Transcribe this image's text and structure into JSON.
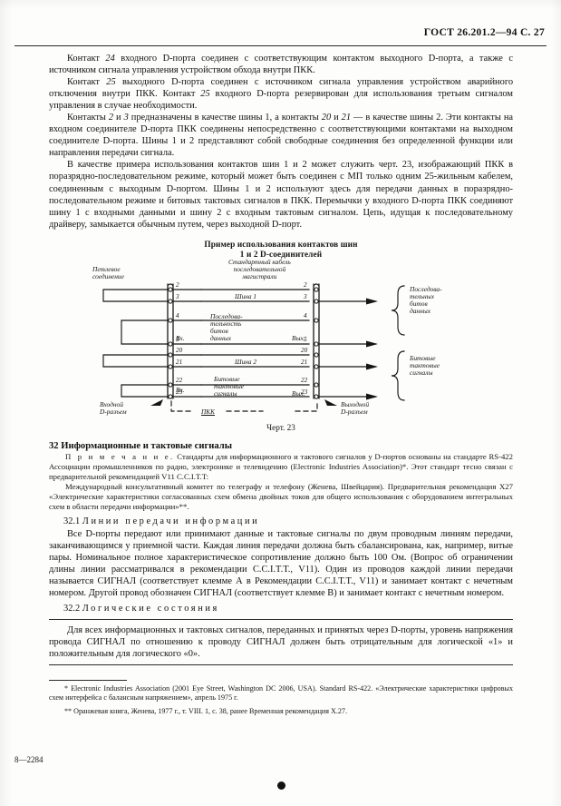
{
  "header": {
    "running_head": "ГОСТ 26.201.2—94 С. 27"
  },
  "paragraphs": [
    "Контакт 24 входного D-порта соединен с соответствующим контактом выходного D-порта, а также с источником сигнала управления устройством обхода внутри ПКК.",
    "Контакт 25 выходного D-порта соединен с источником сигнала управления устройством аварийного отключения внутри ПКК. Контакт 25 входного D-порта резервирован для использования третьим сигналом управления в случае необходимости.",
    "Контакты 2 и 3 предназначены в качестве шины 1, а контакты 20 и 21 — в качестве шины 2. Эти контакты на входном соединителе D-порта ПКК соединены непосредственно с соответствующими контактами на выходном соединителе D-порта. Шины 1 и 2 представляют собой свободные соединения без определенной функции или направления передачи сигнала.",
    "В качестве примера использования контактов шин 1 и 2 может служить черт. 23, изображающий ПКК в поразрядно-последовательном режиме, который может быть соединен с МП только одним 25-жильным кабелем, соединенным с выходным D-портом. Шины 1 и 2 используют здесь для передачи данных в поразрядно-последовательном режиме и битовых тактовых сигналов в ПКК. Перемычки у входного D-порта ПКК соединяют шину 1 с входными данными и шину 2 с входным тактовым сигналом. Цепь, идущая к последовательному драйверу, замыкается обычным путем, через выходной D-порт."
  ],
  "figure": {
    "title_line1": "Пример использования контактов шин",
    "title_line2": "1 и 2 D-соединителей",
    "caption": "Черт. 23",
    "label_loop": "Петлевое\nсоединение",
    "label_cable": "Стандартный кабель\nпоследовательной\nмагистрали",
    "label_bus1": "Шина 1",
    "label_bus2": "Шина 2",
    "label_serial_bits": "Последова-\nтельность\nбитов\nданных",
    "label_bit_clock": "Битовые\nтактовые\nсигналы",
    "label_in_short": "Вх.",
    "label_out_short": "Вых.",
    "label_right_serial": "Последова-\nтельных\nбитов\nданных",
    "label_right_clock": "Битовые\nтактовые\nсигналы",
    "label_input_connector": "Входной\nD-разъем",
    "label_output_connector": "Выходной\nD-разъем",
    "label_pkk": "ПКК",
    "pins_left": [
      "2",
      "3",
      "4",
      "5",
      "20",
      "21",
      "22",
      "23"
    ],
    "pins_right": [
      "2",
      "3",
      "4",
      "5",
      "20",
      "21",
      "22",
      "23"
    ]
  },
  "section32": {
    "number": "32",
    "title": "Информационные и тактовые сигналы",
    "note_label": "П р и м е ч а н и е.",
    "note_text": " Стандарты для информационного и тактового сигналов у D-портов основаны на стандарте RS-422 Ассоциации промышленников по радио, электронике и телевидению (Electronic Industries Association)*. Этот стандарт тесно связан с предварительной рекомендацией V11 C.C.I.T.T:",
    "note_text2": "Международный консультативный комитет по телеграфу и телефону (Женева, Швейцария). Предварительная рекомендация X27 «Электрические характеристики согласованных схем обмена двойных токов для общего использования с оборудованием интегральных схем в области передачи информации»**."
  },
  "section321": {
    "number": "32.1",
    "title": "Линии передачи информации",
    "text": "Все D-порты передают или принимают данные и тактовые сигналы по двум проводным линиям передачи, заканчивающимся у приемной части. Каждая линия передачи должна быть сбалансирована, как, например, витые пары. Номинальное полное характеристическое сопротивление должно быть 100 Ом. (Вопрос об ограничении длины линии рассматривался в рекомендации C.C.I.T.T., V11). Один из проводов каждой линии передачи называется СИГНАЛ (соответствует клемме А в Рекомендации C.C.I.T.T., V11) и занимает контакт с нечетным номером. Другой провод обозначен СИГНАЛ (соответствует клемме В) и занимает контакт с нечетным номером."
  },
  "section322": {
    "number": "32.2",
    "title": "Логические состояния",
    "boxed_text": "Для всех информационных и тактовых сигналов, переданных и принятых через D-порты, уровень напряжения провода СИГНАЛ по отношению к проводу СИГНАЛ должен быть отрицательным для логической «1» и положительным для логического «0»."
  },
  "footnotes": [
    "* Electronic Industries Association (2001 Eye Street, Washington DC 2006, USA). Standard RS-422. «Электрические характеристики цифровых схем интерфейса с балансным напряжением», апрель 1975 г.",
    "** Оранжевая книга, Женева, 1977 г., т. VIII. 1, с. 38, ранее Временная рекомендация X.27."
  ],
  "signature": "8—2284"
}
